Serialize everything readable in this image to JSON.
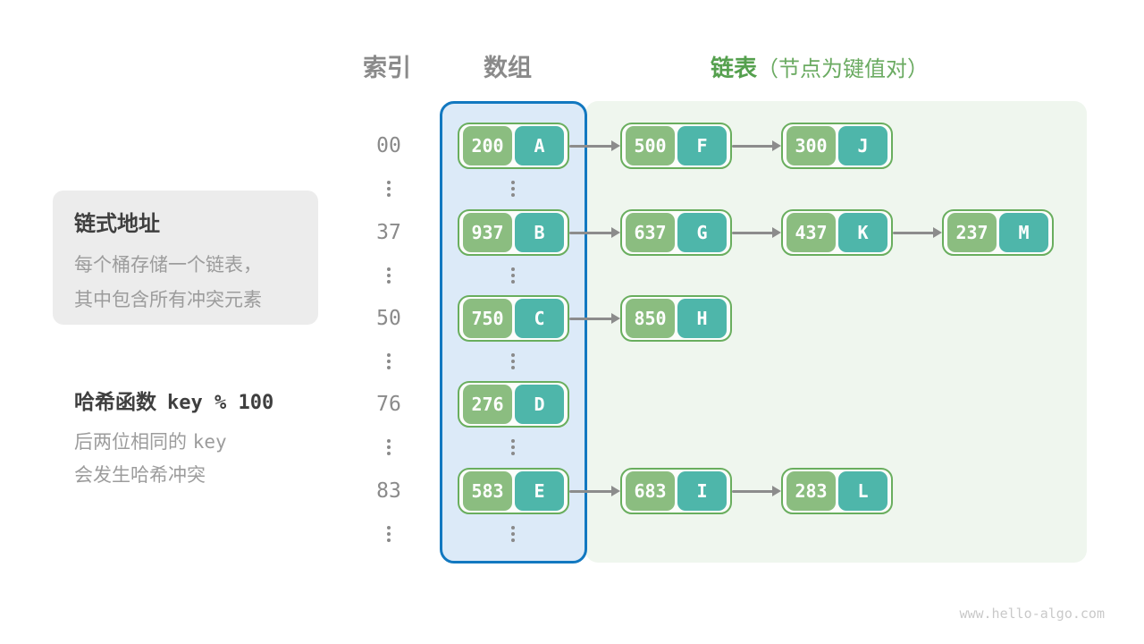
{
  "headers": {
    "index": "索引",
    "array": "数组",
    "list": "链表",
    "list_note": "（节点为键值对）"
  },
  "callout": {
    "title": "链式地址",
    "lines": [
      "每个桶存储一个链表，",
      "其中包含所有冲突元素"
    ]
  },
  "hash_note": {
    "title_text": "哈希函数",
    "title_code": "key % 100",
    "line1_text": "后两位相同的",
    "line1_code": "key",
    "line2": "会发生哈希冲突"
  },
  "rows": [
    {
      "index": "00",
      "array_node": {
        "key": "200",
        "value": "A"
      },
      "chain": [
        {
          "key": "500",
          "value": "F"
        },
        {
          "key": "300",
          "value": "J"
        }
      ]
    },
    {
      "index": "37",
      "array_node": {
        "key": "937",
        "value": "B"
      },
      "chain": [
        {
          "key": "637",
          "value": "G"
        },
        {
          "key": "437",
          "value": "K"
        },
        {
          "key": "237",
          "value": "M"
        }
      ]
    },
    {
      "index": "50",
      "array_node": {
        "key": "750",
        "value": "C"
      },
      "chain": [
        {
          "key": "850",
          "value": "H"
        }
      ]
    },
    {
      "index": "76",
      "array_node": {
        "key": "276",
        "value": "D"
      },
      "chain": []
    },
    {
      "index": "83",
      "array_node": {
        "key": "583",
        "value": "E"
      },
      "chain": [
        {
          "key": "683",
          "value": "I"
        },
        {
          "key": "283",
          "value": "L"
        }
      ]
    }
  ],
  "colors": {
    "node_key_fill": "#8BBD80",
    "node_value_fill": "#4EB6AA",
    "node_border": "#69AE5E",
    "array_panel_fill": "#DCEAF8",
    "array_panel_border": "#1278C0",
    "list_panel_fill": "#EFF6EE",
    "arrow": "#8C8C8C",
    "header_gray": "#8A8A8A",
    "header_green": "#5CA356",
    "text_dark": "#3F3F3F",
    "text_gray": "#9C9C9C",
    "callout_fill": "#ECECEC"
  },
  "watermark": "www.hello-algo.com"
}
